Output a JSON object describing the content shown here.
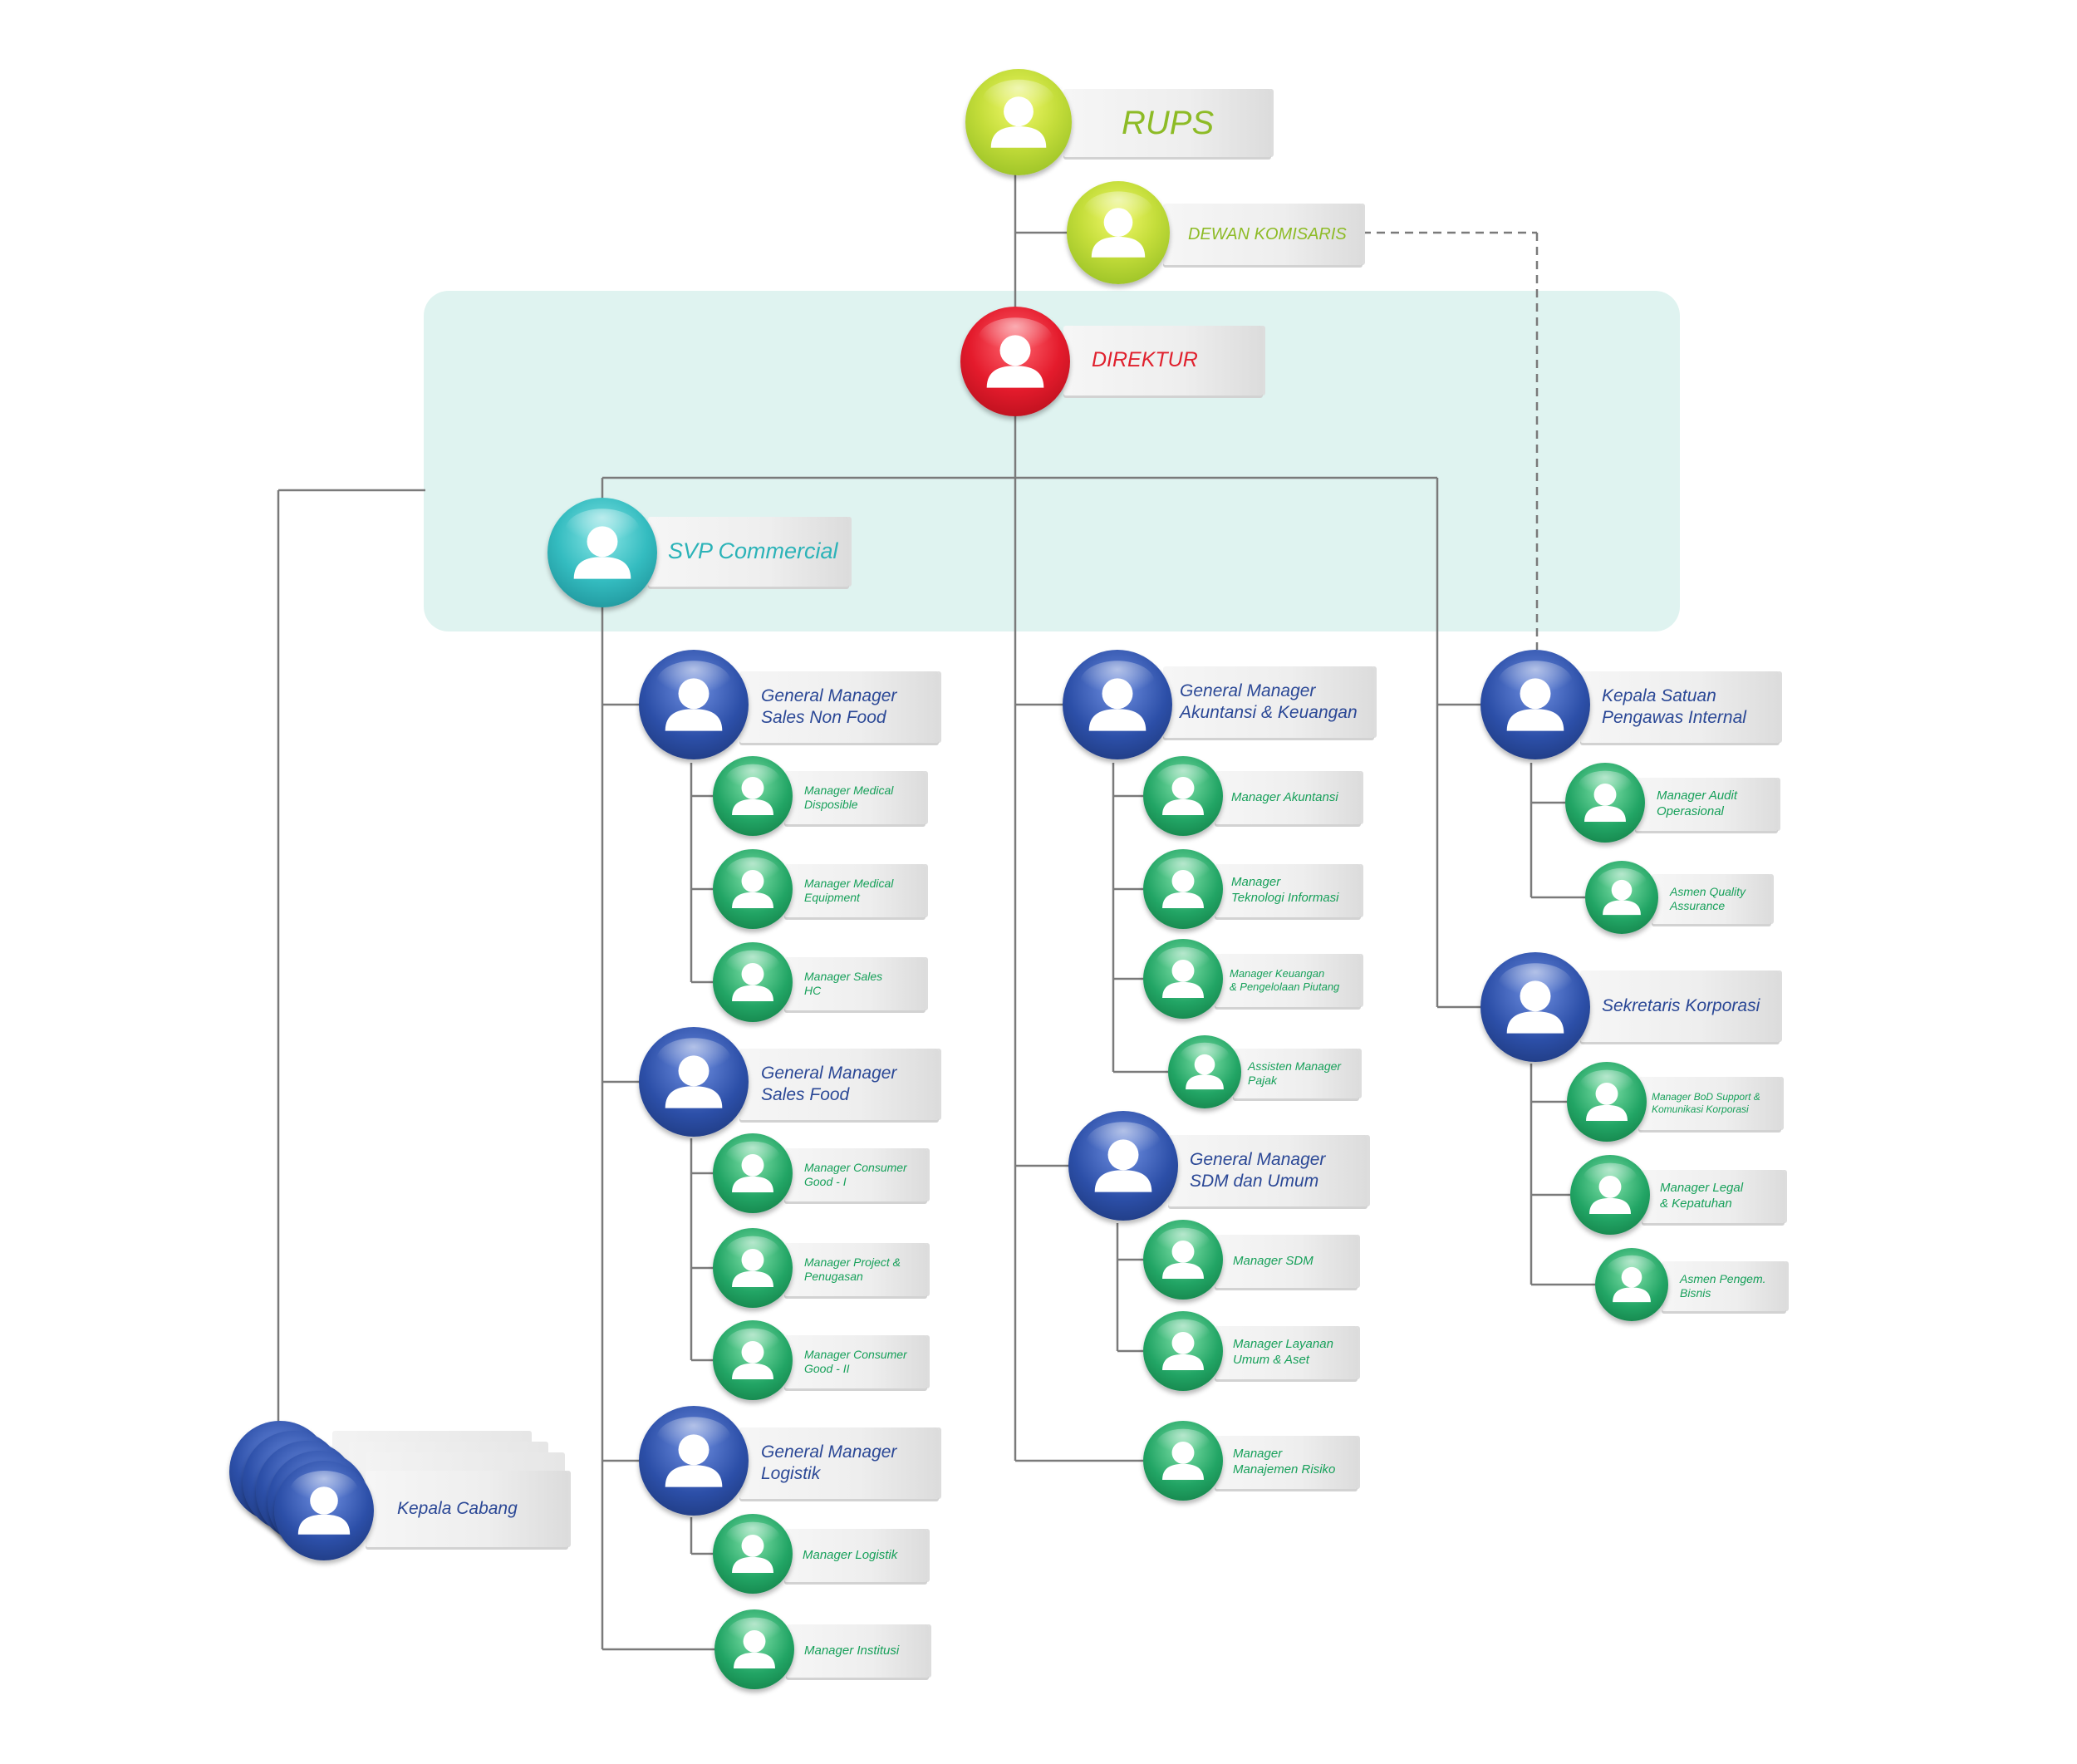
{
  "colors": {
    "lime": "#8dbb26",
    "red": "#e0212e",
    "teal": "#2bb3b8",
    "blue": "#2b4896",
    "green": "#17a05a",
    "connector": "#7a7a7a",
    "panel": "#dff3f0"
  },
  "icons": {
    "person": "person-silhouette-icon"
  },
  "org": {
    "rups": "RUPS",
    "dewan_komisaris": "DEWAN KOMISARIS",
    "direktur": "DIREKTUR",
    "svp_commercial": "SVP Commercial",
    "gm_sales_non_food": "General Manager\nSales Non Food",
    "mgr_medical_disposible": "Manager Medical\nDisposible",
    "mgr_medical_equipment": "Manager Medical\nEquipment",
    "mgr_sales_hc": "Manager Sales\nHC",
    "gm_sales_food": "General Manager\nSales Food",
    "mgr_consumer_good_1": "Manager Consumer\nGood - I",
    "mgr_project": "Manager Project &\nPenugasan",
    "mgr_consumer_good_2": "Manager Consumer\nGood - II",
    "gm_logistik": "General Manager\nLogistik",
    "mgr_logistik": "Manager Logistik",
    "mgr_institusi": "Manager Institusi",
    "gm_akuntansi": "General Manager\nAkuntansi & Keuangan",
    "mgr_akuntansi": "Manager Akuntansi",
    "mgr_ti": "Manager\nTeknologi Informasi",
    "mgr_keuangan": "Manager  Keuangan\n& Pengelolaan Piutang",
    "asisten_pajak": "Assisten Manager\nPajak",
    "gm_sdm": "General Manager\nSDM dan Umum",
    "mgr_sdm": "Manager SDM",
    "mgr_layanan": "Manager Layanan\nUmum & Aset",
    "mgr_risiko": "Manager\nManajemen Risiko",
    "kepala_spi": "Kepala Satuan\nPengawas Internal",
    "mgr_audit": "Manager Audit\nOperasional",
    "asmen_qa": "Asmen Quality\nAssurance",
    "sekretaris": "Sekretaris Korporasi",
    "mgr_bod": "Manager BoD Support &\nKomunikasi Korporasi",
    "mgr_legal": "Manager Legal\n& Kepatuhan",
    "asmen_bisnis": "Asmen Pengem.\nBisnis",
    "kepala_cabang": "Kepala Cabang"
  }
}
